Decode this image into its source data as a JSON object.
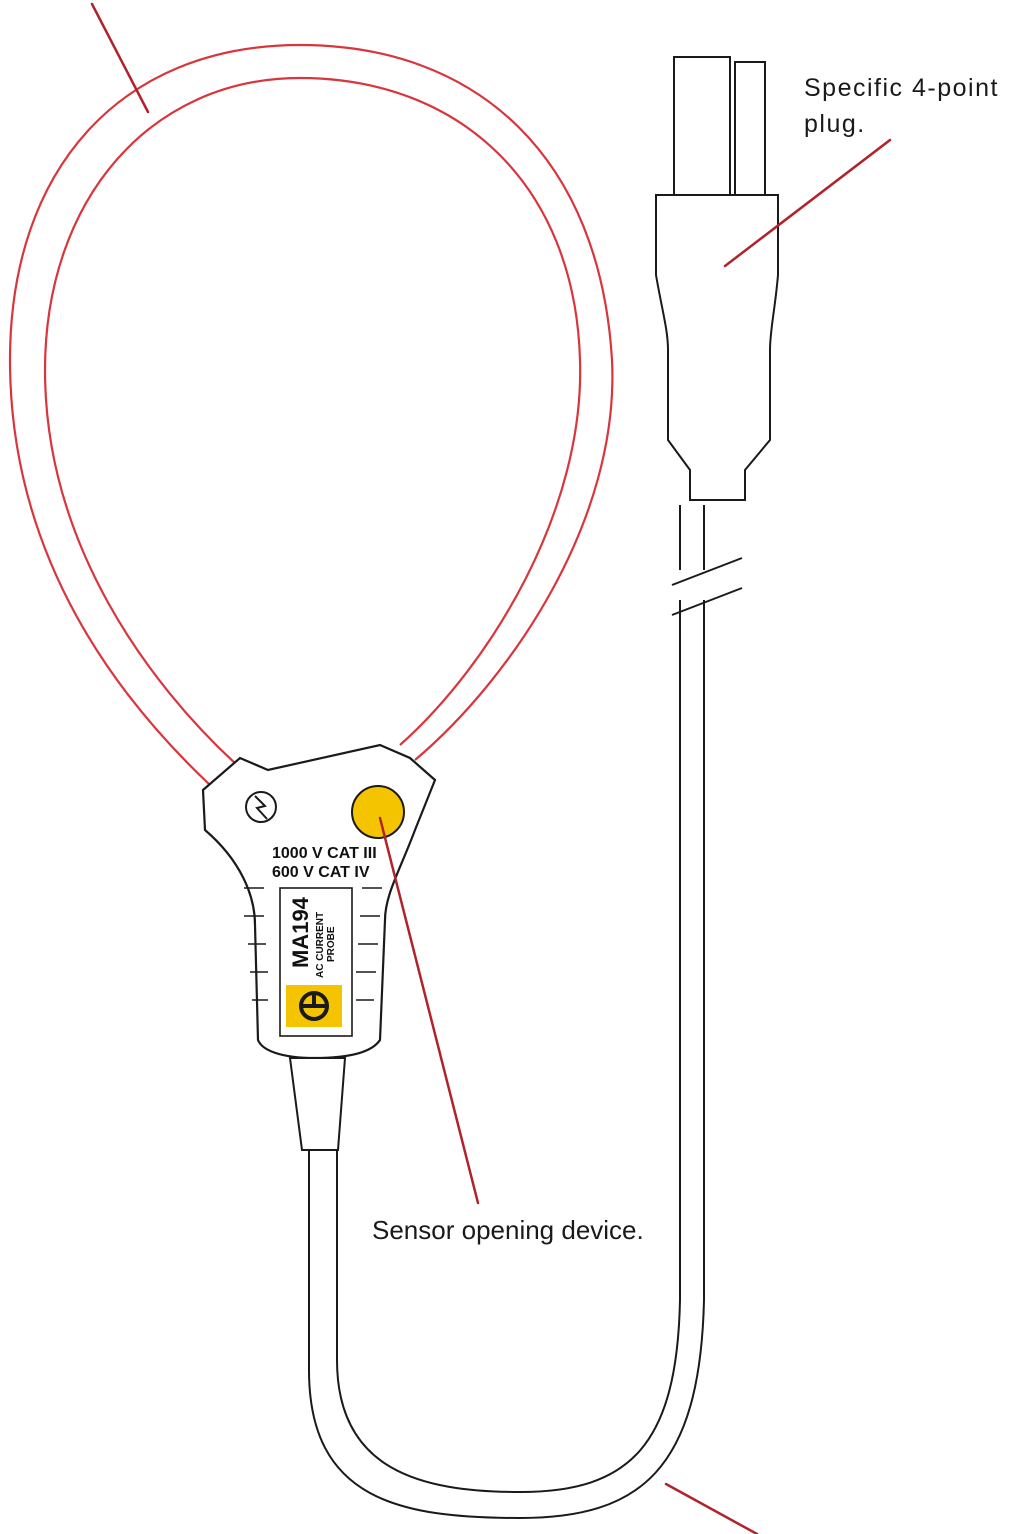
{
  "callouts": {
    "plug_line1": "Specific 4-point",
    "plug_line2": "plug.",
    "sensor_opening": "Sensor opening device."
  },
  "probe_markings": {
    "rating_1": "1000 V CAT III",
    "rating_2": "600 V CAT IV",
    "model": "MA194",
    "type_line1": "AC CURRENT",
    "type_line2": "PROBE"
  },
  "colors": {
    "leader_line": "#b0232a",
    "loop_outline": "#d8363c",
    "accent_yellow": "#f5c400",
    "outline": "#1a1a1a"
  },
  "icons": {
    "opening_button": "yellow-circle-button",
    "double_insulation": "lightning-circle-icon",
    "brand_logo": "ca-logo-icon"
  }
}
